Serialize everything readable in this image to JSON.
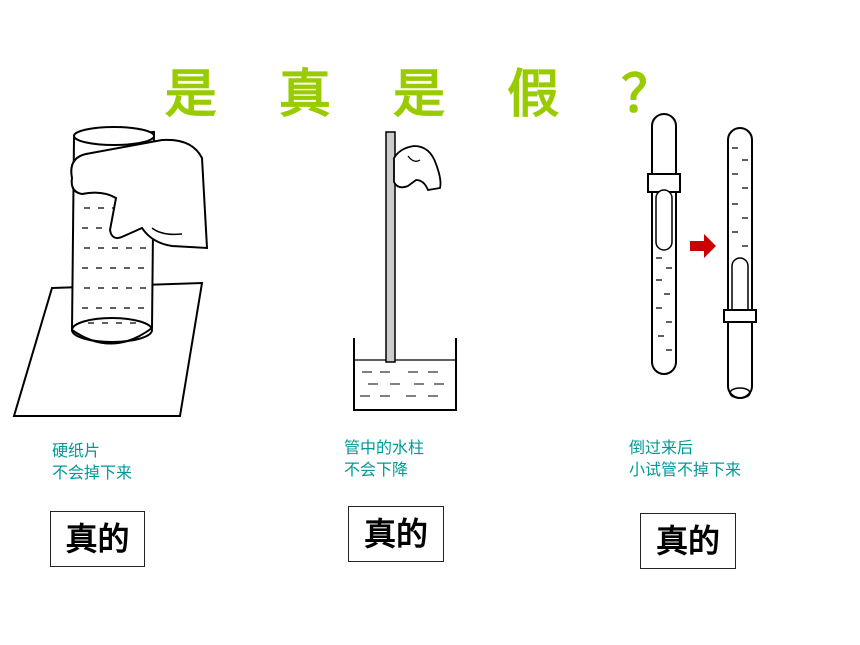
{
  "title": "是 真 是 假 ？",
  "panels": [
    {
      "caption_line1": "硬纸片",
      "caption_line2": "不会掉下来",
      "verdict": "真的"
    },
    {
      "caption_line1": "管中的水柱",
      "caption_line2": "不会下降",
      "verdict": "真的"
    },
    {
      "caption_line1": "倒过来后",
      "caption_line2": "小试管不掉下来",
      "verdict": "真的"
    }
  ],
  "colors": {
    "title": "#99cc00",
    "caption": "#009999",
    "arrow": "#cc0000"
  },
  "icons": [
    "inverted-cup-on-card-illustration",
    "straw-in-water-illustration",
    "test-tubes-illustration",
    "right-arrow-icon"
  ]
}
